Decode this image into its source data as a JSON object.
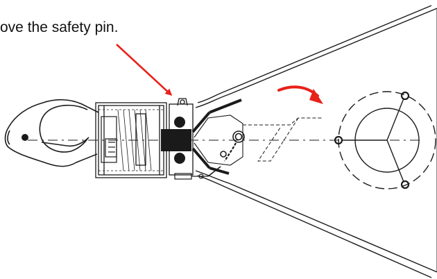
{
  "instruction": {
    "text": "ove the safety pin."
  },
  "colors": {
    "arrow": "#e8211a",
    "line": "#1a1a1a",
    "background": "#ffffff"
  },
  "parts": {
    "clamp": "clamp-jaw",
    "housing": "cylinder-housing",
    "pin": "safety-pin",
    "base": "triangular-base",
    "flange": "bolt-flange"
  }
}
